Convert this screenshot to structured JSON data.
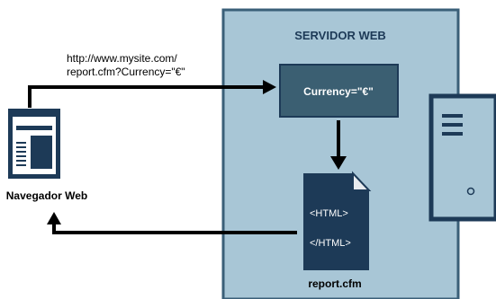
{
  "server": {
    "title": "SERVIDOR WEB"
  },
  "url": {
    "line1": "http://www.mysite.com/",
    "line2": "report.cfm?Currency=\"€\""
  },
  "param_box": {
    "label": "Currency=\"€\""
  },
  "browser": {
    "label": "Navegador Web",
    "icon": "browser-window-icon"
  },
  "document": {
    "open_tag": "<HTML>",
    "close_tag": "</HTML>",
    "label": "report.cfm",
    "icon": "html-document-icon"
  },
  "server_tower": {
    "icon": "server-tower-icon"
  },
  "colors": {
    "server_fill": "#a8c6d6",
    "server_border": "#3a5f78",
    "dark_navy": "#1d3a57",
    "param_box": "#3b5f72",
    "arrow": "#000000",
    "tower_fill": "#a8c6d6"
  }
}
